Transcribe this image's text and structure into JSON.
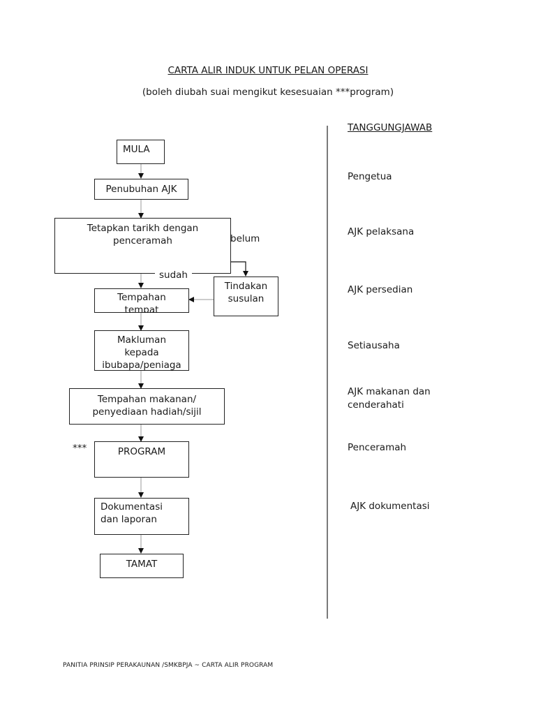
{
  "header": {
    "title": "CARTA ALIR INDUK UNTUK PELAN OPERASI",
    "subtitle": "(boleh diubah suai mengikut kesesuaian ***program)"
  },
  "flow": {
    "start": "MULA",
    "step_committee": "Penubuhan AJK",
    "step_date": "Tetapkan  tarikh  dengan penceramah",
    "branch_no": "belum",
    "branch_yes": "sudah",
    "followup": "Tindakan susulan",
    "step_venue": "Tempahan tempat",
    "step_notify": "Makluman kepada ibubapa/peniaga",
    "step_food": "Tempahan makanan/ penyediaan hadiah/sijil",
    "program_marker": "***",
    "step_program": "PROGRAM",
    "step_report": "Dokumentasi dan laporan",
    "end": "TAMAT"
  },
  "responsibility": {
    "header": "TANGGUNGJAWAB",
    "items": [
      "Pengetua",
      "AJK pelaksana",
      "AJK persedian",
      "Setiausaha",
      "AJK makanan dan cenderahati",
      "Penceramah",
      "AJK dokumentasi"
    ]
  },
  "footer": "PANITIA PRINSIP PERAKAUNAN /SMKBPJA ~  CARTA ALIR PROGRAM"
}
